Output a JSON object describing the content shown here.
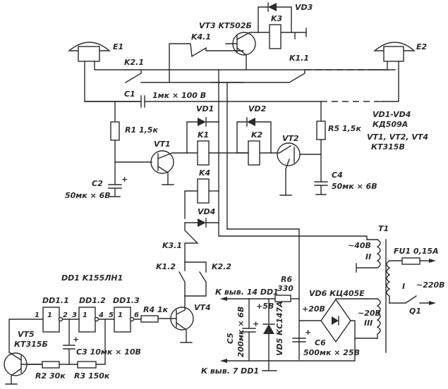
{
  "diagram": {
    "type": "electronic-schematic",
    "labels": {
      "E1": "E1",
      "E2": "E2",
      "K2_1": "K2.1",
      "K4_1": "K4.1",
      "K1_1": "K1.1",
      "VT3": "VT3  KT502Б",
      "K3": "K3",
      "VD3": "VD3",
      "C1": "C1",
      "C1_val": "1мк × 100 В",
      "VD1": "VD1",
      "VD2": "VD2",
      "K1": "K1",
      "K2": "K2",
      "K4": "K4",
      "VD4": "VD4",
      "R1": "R1 1,5к",
      "R5": "R5 1,5к",
      "VT1": "VT1",
      "VT2": "VT2",
      "C2": "C2",
      "C2_val": "50мк × 6В",
      "C4": "C4",
      "C4_val": "50мк × 6В",
      "note1": "VD1-VD4",
      "note2": "КД509А",
      "note3": "VT1, VT2, VT4",
      "note4": "КТ315В",
      "K3_1": "K3.1",
      "K1_2": "K1.2",
      "K2_2": "K2.2",
      "DD1": "DD1  K155ЛН1",
      "DD1_1": "DD1.1",
      "DD1_2": "DD1.2",
      "DD1_3": "DD1.3",
      "gate_sym": "1",
      "pin1": "1",
      "pin2": "2",
      "pin3": "3",
      "pin4": "4",
      "pin5": "5",
      "pin6": "6",
      "R4": "R4 1к",
      "VT4": "VT4",
      "VT5": "VT5",
      "VT5_type": "КТ315Б",
      "C3": "C3  10мк × 10В",
      "R2": "R2  30к",
      "R3": "R3  150к",
      "T1": "T1",
      "w2_v": "~40В",
      "w2": "II",
      "w1": "I",
      "w3_v": "~20В",
      "w3": "III",
      "FU1": "FU1  0,15А",
      "mains": "~220В",
      "Q1": "Q1",
      "VD6": "VD6   КЦ405Е",
      "R6": "R6",
      "R6_val": "330",
      "to14": "К выв. 14  DD1",
      "to7": "К выв. 7  DD1",
      "v5": "+5В",
      "v20": "+20В",
      "C5": "C5",
      "C5_val": "200мк × 6В",
      "VD5": "VD5  КС147А",
      "C6": "C6",
      "C6_val": "500мк × 25В",
      "plus": "+"
    }
  }
}
